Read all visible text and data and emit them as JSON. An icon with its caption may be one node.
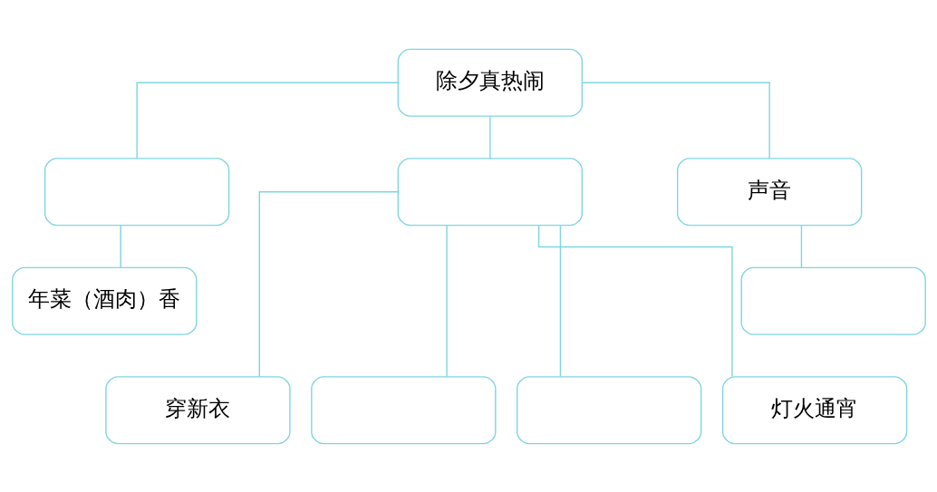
{
  "diagram": {
    "nodes": [
      {
        "text": [
          "除夕真热闹"
        ]
      },
      {
        "text": [],
        "shape": "box"
      },
      {
        "text": [],
        "shape": "box"
      },
      {
        "text": [
          "声音"
        ]
      },
      {
        "text": [
          "年菜（酒肉）香"
        ]
      },
      {
        "text": [],
        "shape": "box"
      },
      {
        "text": [
          "穿新衣"
        ]
      },
      {
        "text": [],
        "shape": "box"
      },
      {
        "text": [],
        "shape": "box"
      },
      {
        "text": [
          "灯火通宵"
        ]
      }
    ],
    "edges": [
      {
        "from": 0,
        "to": 1,
        "arrow": "none"
      },
      {
        "from": 0,
        "to": 2,
        "arrow": "none"
      },
      {
        "from": 0,
        "to": 3,
        "arrow": "none"
      },
      {
        "from": 1,
        "to": 4,
        "arrow": "none"
      },
      {
        "from": 3,
        "to": 5,
        "arrow": "none"
      },
      {
        "from": 2,
        "to": 6,
        "arrow": "none"
      },
      {
        "from": 2,
        "to": 7,
        "arrow": "none"
      },
      {
        "from": 2,
        "to": 8,
        "arrow": "none"
      },
      {
        "from": 2,
        "to": 9,
        "arrow": "none"
      }
    ]
  }
}
